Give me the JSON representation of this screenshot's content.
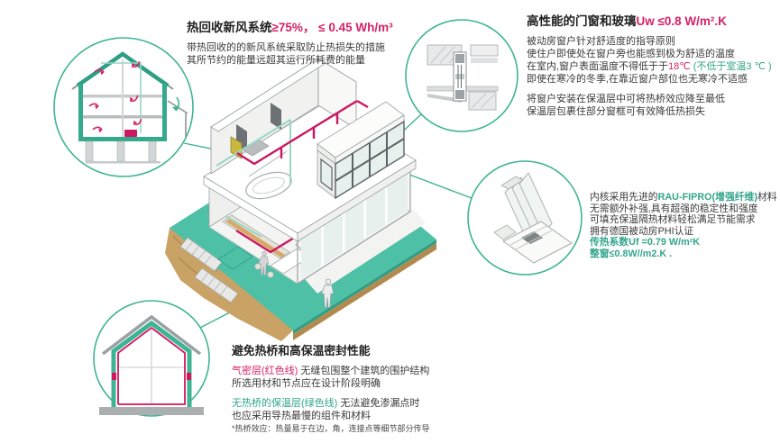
{
  "colors": {
    "accent_green": "#3fb495",
    "text_green": "#33a58c",
    "text_pink": "#d5226a",
    "duct_pink": "#cc1762",
    "duct_teal": "#9ad6c5",
    "platform_teal": "#4ec0a5",
    "platform_edge": "#2e9e84",
    "earth_tan": "#c9a266"
  },
  "callouts": {
    "ventilation": {
      "title_black": "热回收新风系统",
      "title_pink": "≥75%， ≤ 0.45 Wh/m³",
      "line1": "带热回收的的新风系统采取防止热损失的措施",
      "line2": "其所节约的能量远超其运行所耗费的能量"
    },
    "windows": {
      "title_black": "高性能的门窗和玻璃",
      "title_pink": "Uw ≤0.8 W/m².K",
      "p1_line1": "被动房窗户针对舒适度的指导原则",
      "p1_line2": "使住户即使处在窗户旁也能感到极为舒适的温度",
      "p1_line3_black": "在室内,窗户表面温度不得低于于",
      "p1_line3_pink": "18℃ ",
      "p1_line3_green": "(不低于室温3 ℃ )",
      "p1_line4": "即使在寒冷的冬季,在靠近窗户部位也无寒冷不适感",
      "p2_line1": "将窗户安装在保温层中可将热桥效应降至最低",
      "p2_line2": "保温层包裹住部分窗框可有效降低热损失"
    },
    "profile": {
      "line1_black": "内核采用先进的",
      "line1_green": "RAU-FIPRO(增强纤维)",
      "line1_black2": "材料",
      "line2": "无需额外补强,具有超强的稳定性和强度",
      "line3": "可填充保温隔热材料轻松满足节能需求",
      "line4": "拥有德国被动房PHI认证",
      "line5_green": "传热系数Uf =0.79 W/m²K",
      "line6_green": "整窗≤0.8W//m2.K ."
    },
    "thermal": {
      "title": "避免热桥和高保温密封性能",
      "line1_pink": "气密层(红色线)",
      "line1_black": " 无缝包围整个建筑的围护结构",
      "line2": "所选用材和节点应在设计阶段明确",
      "line3_green": "无热桥的保温层(绿色线)",
      "line3_black": " 无法避免渗漏点时",
      "line4": "也应采用导热最慢的组件和材料",
      "footnote": "*热桥效应：热量易于在边，角，连接点等细节部分传导"
    }
  }
}
